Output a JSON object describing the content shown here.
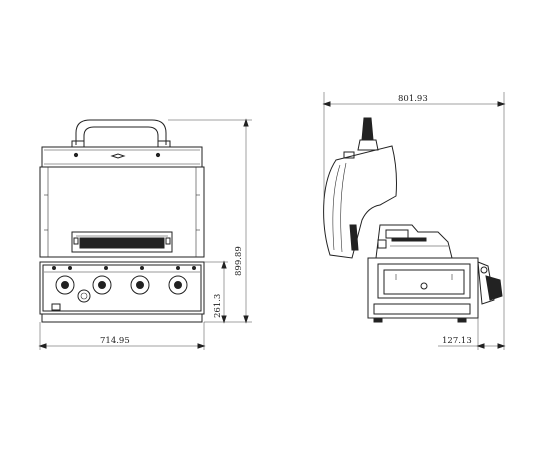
{
  "front_view": {
    "width_dimension": "714.95",
    "height_dimension": "899.89",
    "base_dimension": "261.3"
  },
  "side_view": {
    "depth_dimension": "801.93",
    "offset_dimension": "127.13"
  },
  "colors": {
    "line": "#222222",
    "background": "#ffffff"
  }
}
